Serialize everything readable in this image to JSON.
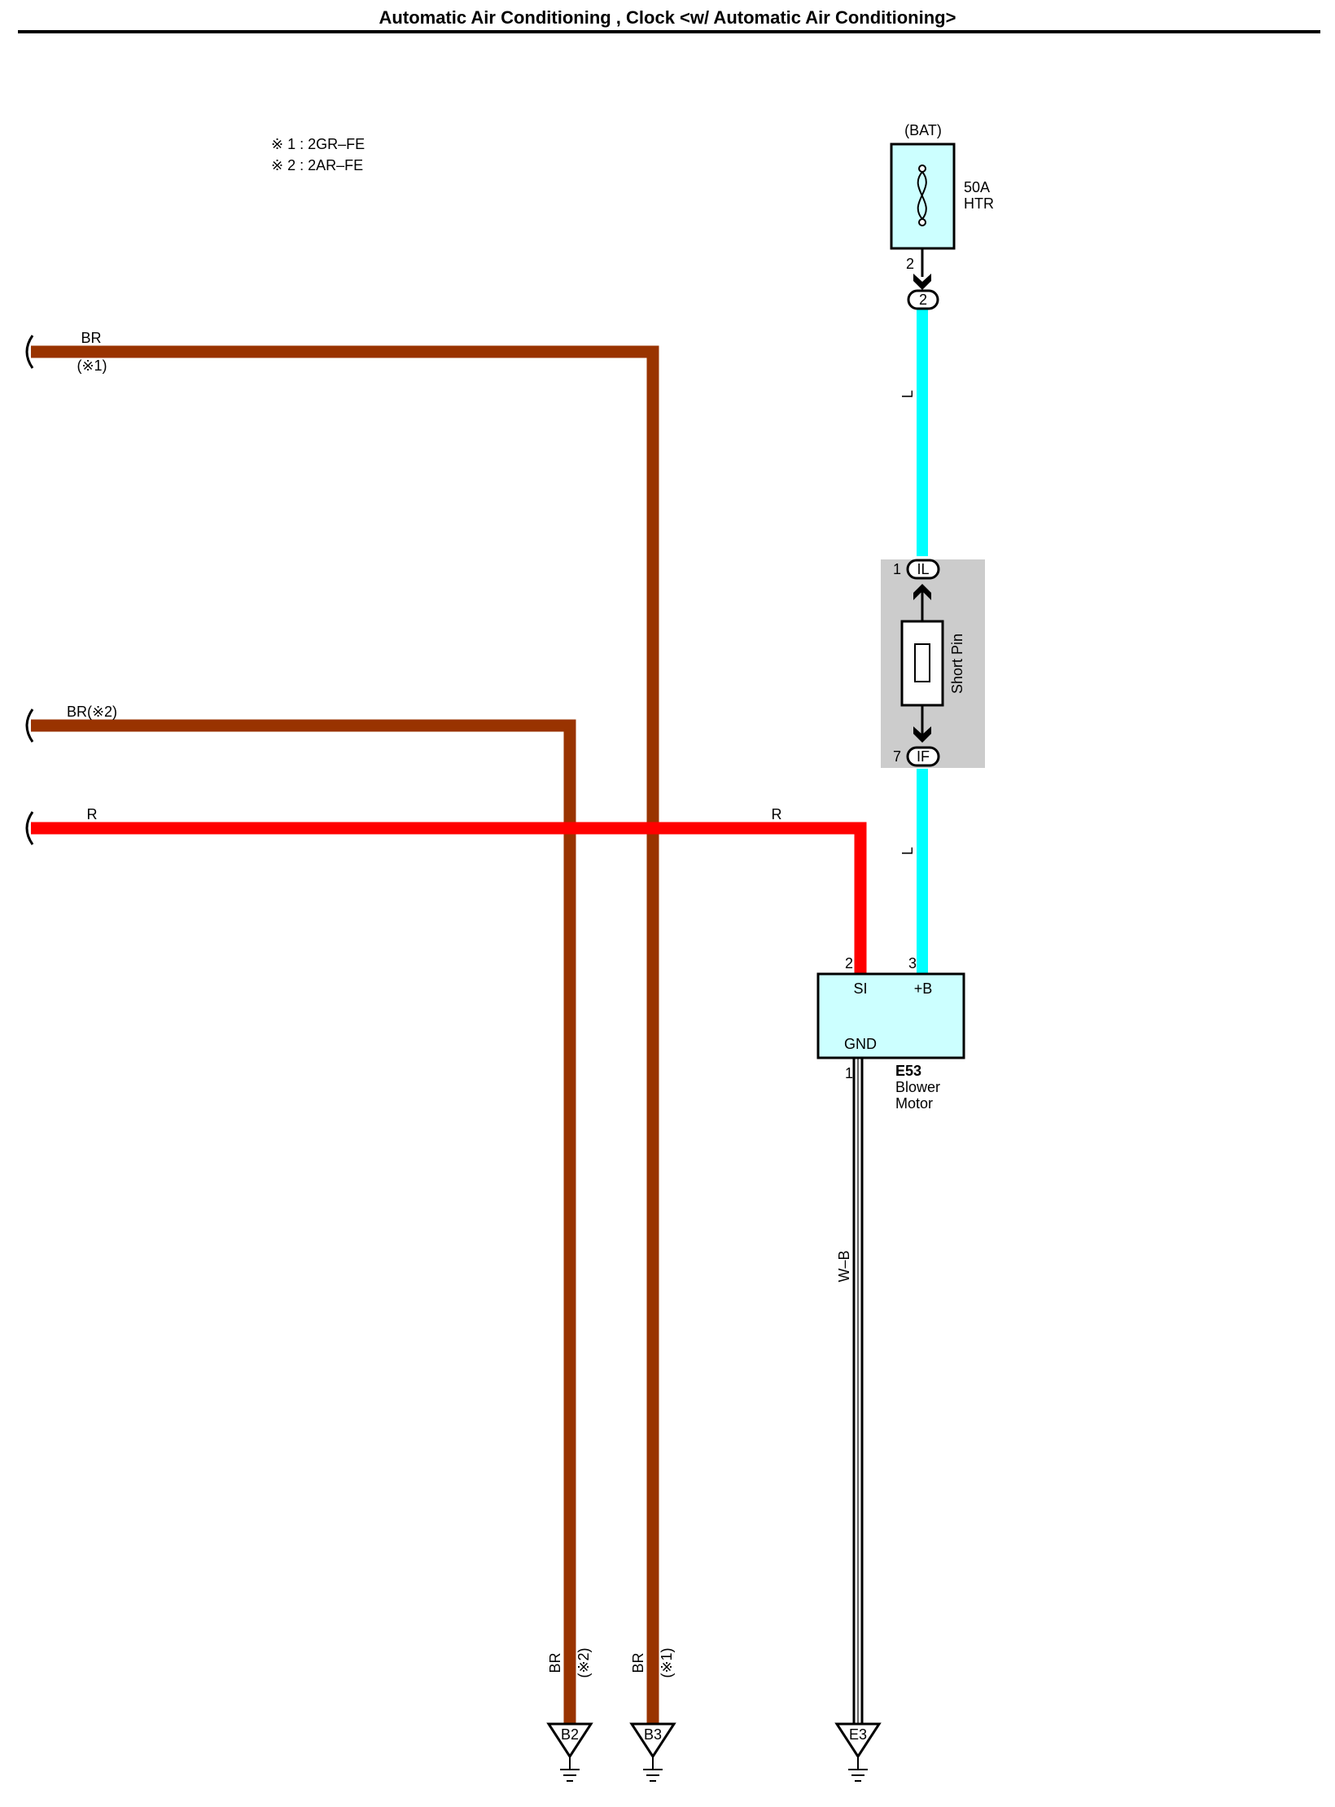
{
  "title": "Automatic Air Conditioning , Clock <w/ Automatic Air Conditioning>",
  "notes": [
    "※ 1 : 2GR–FE",
    "※ 2 : 2AR–FE"
  ],
  "colors": {
    "wire_br": "#993300",
    "wire_r": "#ff0000",
    "wire_l": "#00ffff",
    "component_fill": "#ccffff",
    "junction_box_fill": "#cccccc"
  },
  "fuse": {
    "source": "(BAT)",
    "rating": "50A",
    "name": "HTR",
    "out_pin": "2",
    "connector": "2"
  },
  "junction": {
    "label": "Short Pin",
    "top_pin": "1",
    "top_connector": "IL",
    "bottom_pin": "7",
    "bottom_connector": "IF"
  },
  "wires": {
    "l_upper": "L",
    "l_lower": "L",
    "br1_left": "BR",
    "br1_note": "(※1)",
    "br2_left": "BR(※2)",
    "r_left": "R",
    "r_right": "R",
    "wb": "W–B",
    "br2_bottom": "BR",
    "br2_bottom_note": "(※2)",
    "br1_bottom": "BR",
    "br1_bottom_note": "(※1)"
  },
  "blower": {
    "code": "E53",
    "name_line1": "Blower",
    "name_line2": "Motor",
    "pin_si": "2",
    "pin_b": "3",
    "pin_gnd": "1",
    "term_si": "SI",
    "term_b": "+B",
    "term_gnd": "GND"
  },
  "grounds": [
    "B2",
    "B3",
    "E3"
  ]
}
